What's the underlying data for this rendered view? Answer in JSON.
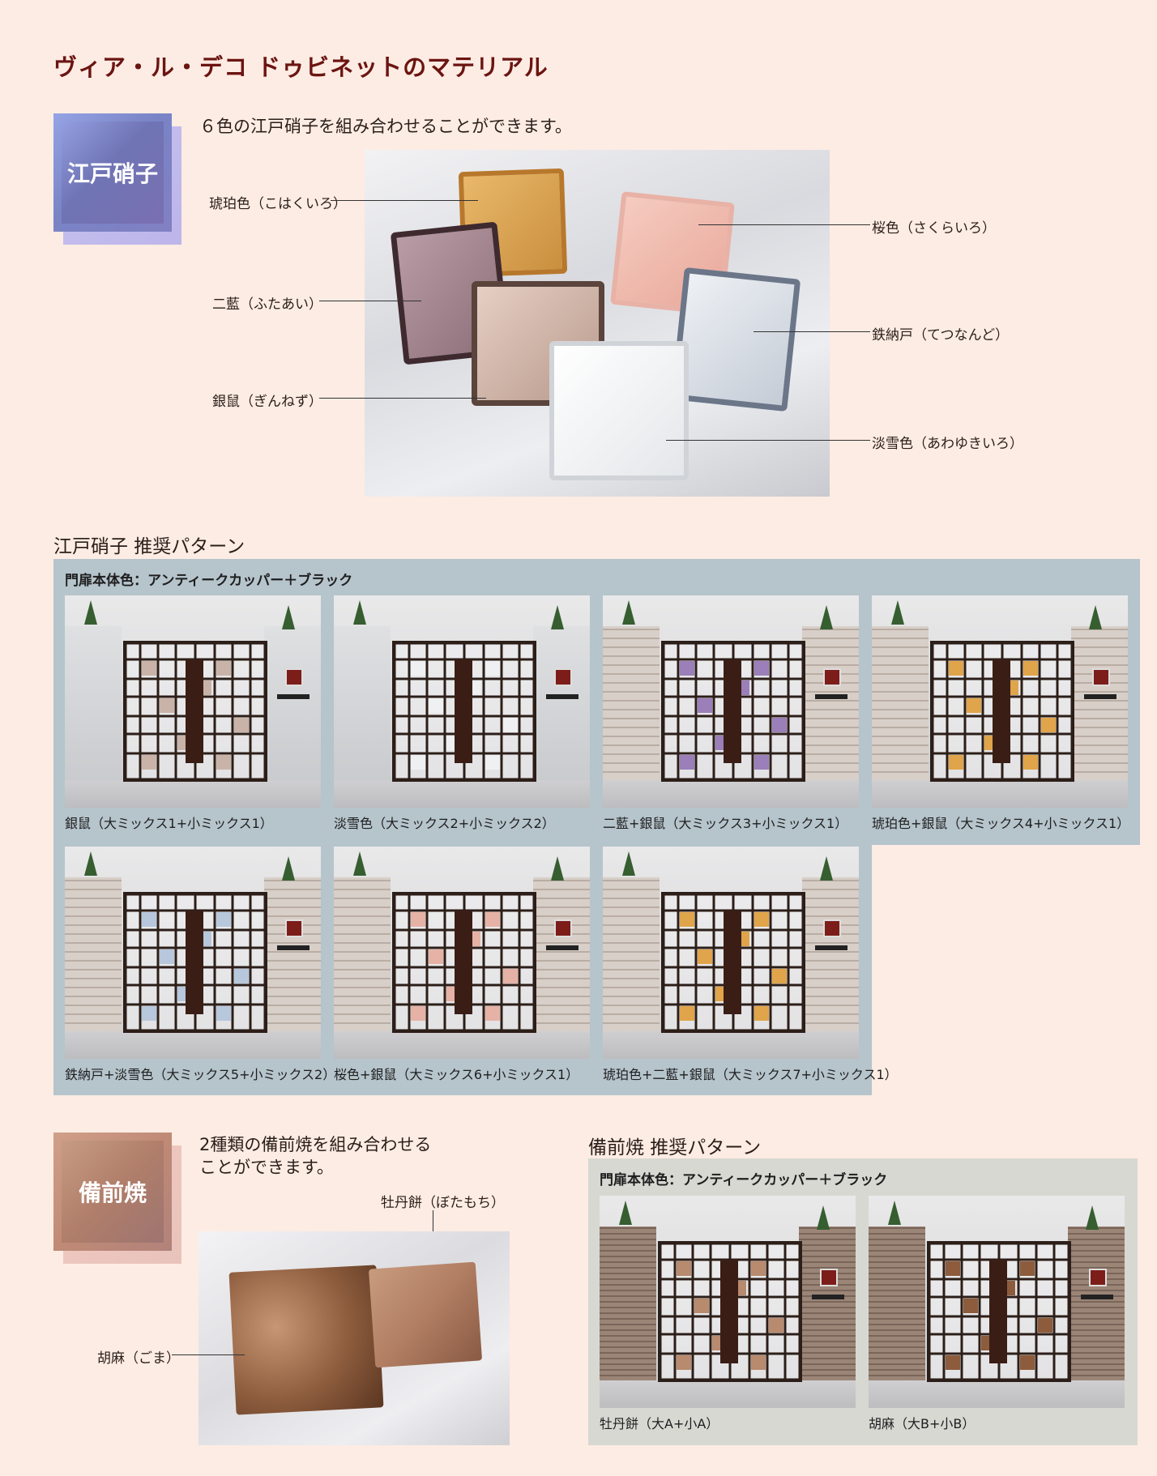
{
  "page_title": "ヴィア・ル・デコ ドゥビネットのマテリアル",
  "edo": {
    "badge": "江戸硝子",
    "intro": "６色の江戸硝子を組み合わせることができます。",
    "colors": {
      "kohaku": "琥珀色（こはくいろ）",
      "futaai": "二藍（ふたあい）",
      "ginnezu": "銀鼠（ぎんねず）",
      "sakura": "桜色（さくらいろ）",
      "tetsunando": "鉄納戸（てつなんど）",
      "awayuki": "淡雪色（あわゆきいろ）"
    },
    "pattern_title": "江戸硝子 推奨パターン",
    "body_color_label": "門扉本体色：アンティークカッパー＋ブラック",
    "patterns": [
      "銀鼠（大ミックス1+小ミックス1）",
      "淡雪色（大ミックス2+小ミックス2）",
      "二藍+銀鼠（大ミックス3+小ミックス1）",
      "琥珀色+銀鼠（大ミックス4+小ミックス1）",
      "鉄納戸+淡雪色（大ミックス5+小ミックス2）",
      "桜色+銀鼠（大ミックス6+小ミックス1）",
      "琥珀色+二藍+銀鼠（大ミックス7+小ミックス1）"
    ]
  },
  "bizen": {
    "badge": "備前焼",
    "intro_line1": "2種類の備前焼を組み合わせる",
    "intro_line2": "ことができます。",
    "colors": {
      "botamochi": "牡丹餅（ぼたもち）",
      "goma": "胡麻（ごま）"
    },
    "pattern_title": "備前焼 推奨パターン",
    "body_color_label": "門扉本体色：アンティークカッパー＋ブラック",
    "patterns": [
      "牡丹餅（大A+小A）",
      "胡麻（大B+小B）"
    ]
  },
  "theme": {
    "title_color": "#6b1411",
    "background": "#fdece3",
    "panel_blue": "#b6c4cc",
    "panel_gray": "#d7d8d2"
  }
}
